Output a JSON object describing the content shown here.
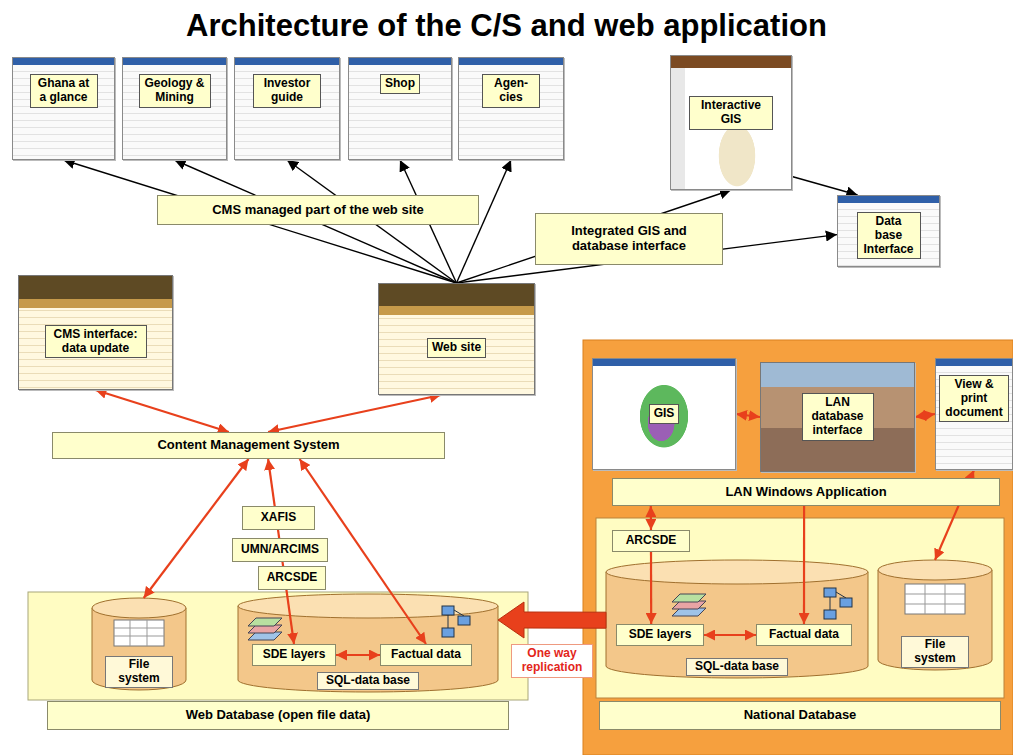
{
  "diagram": {
    "title": "Architecture of the C/S and web application",
    "nodes": [
      {
        "text": [
          "Ghana at a glance"
        ]
      },
      {
        "text": [
          "Geology & Mining"
        ]
      },
      {
        "text": [
          "Investor guide"
        ]
      },
      {
        "text": [
          "Shop"
        ]
      },
      {
        "text": [
          "Agen- cies"
        ]
      },
      {
        "text": [
          "Interactive GIS"
        ]
      },
      {
        "text": [
          "CMS managed part of the web site"
        ]
      },
      {
        "text": [
          "Integrated GIS and database interface"
        ]
      },
      {
        "text": [
          "Data base Interface"
        ]
      },
      {
        "text": [
          "CMS interface: data update"
        ]
      },
      {
        "text": [
          "Web site"
        ]
      },
      {
        "text": [
          "GIS"
        ]
      },
      {
        "text": [
          "LAN database interface"
        ]
      },
      {
        "text": [
          "View & print document"
        ]
      },
      {
        "text": [
          "Content Management System"
        ]
      },
      {
        "text": [
          "LAN Windows Application"
        ]
      },
      {
        "text": [
          "XAFIS"
        ]
      },
      {
        "text": [
          "UMN/ARCIMS"
        ]
      },
      {
        "text": [
          "ARCSDE"
        ]
      },
      {
        "text": [
          "National Database"
        ]
      },
      {
        "text": [
          "ARCSDE"
        ],
        "in": 19
      },
      {
        "text": [
          "Web Database (open file data)"
        ]
      },
      {
        "text": [
          "File system"
        ],
        "in": 21
      },
      {
        "text": [
          "SQL-data base"
        ],
        "in": 21
      },
      {
        "text": [
          "SDE layers"
        ],
        "in": 23
      },
      {
        "text": [
          "Factual data"
        ],
        "in": 23
      },
      {
        "text": [
          "SQL-data base"
        ],
        "in": 19
      },
      {
        "text": [
          "SDE layers"
        ],
        "in": 26
      },
      {
        "text": [
          "Factual data"
        ],
        "in": 26
      },
      {
        "text": [
          "File system"
        ],
        "in": 19
      }
    ],
    "edges": [
      {
        "from": 10,
        "to": 0,
        "arrow": "to"
      },
      {
        "from": 10,
        "to": 1,
        "arrow": "to"
      },
      {
        "from": 10,
        "to": 2,
        "arrow": "to"
      },
      {
        "from": 10,
        "to": 3,
        "arrow": "to"
      },
      {
        "from": 10,
        "to": 4,
        "arrow": "to"
      },
      {
        "from": 10,
        "to": 5,
        "arrow": "to"
      },
      {
        "from": 10,
        "to": 8,
        "arrow": "to"
      },
      {
        "from": 5,
        "to": 8,
        "arrow": "to"
      },
      {
        "from": 9,
        "to": 14,
        "arrow": "both"
      },
      {
        "from": 10,
        "to": 14,
        "arrow": "both"
      },
      {
        "from": 14,
        "to": 22,
        "arrow": "both"
      },
      {
        "from": 14,
        "to": 24,
        "arrow": "both"
      },
      {
        "from": 14,
        "to": 25,
        "arrow": "both"
      },
      {
        "from": 24,
        "to": 25,
        "arrow": "both"
      },
      {
        "from": 11,
        "to": 12,
        "arrow": "both"
      },
      {
        "from": 12,
        "to": 13,
        "arrow": "both"
      },
      {
        "from": 15,
        "to": 20,
        "arrow": "both"
      },
      {
        "from": 15,
        "to": 28,
        "arrow": "to"
      },
      {
        "from": 13,
        "to": 29,
        "arrow": "both"
      },
      {
        "from": 20,
        "to": 27,
        "arrow": "to"
      },
      {
        "from": 27,
        "to": 28,
        "arrow": "both"
      },
      {
        "from": 26,
        "to": 23,
        "arrow": "to",
        "label": "One way replication"
      }
    ]
  }
}
